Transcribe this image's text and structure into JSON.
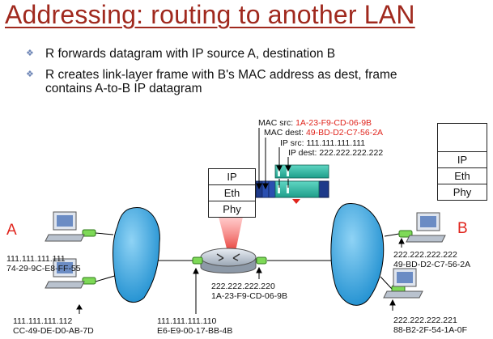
{
  "title": "Addressing: routing to another LAN",
  "bullets": [
    "R forwards datagram with IP source A, destination B",
    "R creates link-layer frame with B's MAC address as dest, frame",
    "contains A-to-B IP datagram"
  ],
  "frame": {
    "mac_src_label": "MAC src: ",
    "mac_src_value": "1A-23-F9-CD-06-9B",
    "mac_dest_label": "MAC dest: ",
    "mac_dest_value": "49-BD-D2-C7-56-2A",
    "ip_src": "IP src: 111.111.111.111",
    "ip_dest": "IP dest: 222.222.222.222"
  },
  "router_stack": [
    "IP",
    "Eth",
    "Phy"
  ],
  "right_stack": [
    "IP",
    "Eth",
    "Phy"
  ],
  "hosts": {
    "A": {
      "label": "A",
      "ip": "111.111.111.111",
      "mac": "74-29-9C-E8-FF-55"
    },
    "B": {
      "label": "B",
      "ip": "222.222.222.222",
      "mac": "49-BD-D2-C7-56-2A"
    },
    "left2": {
      "ip": "111.111.111.112",
      "mac": "CC-49-DE-D0-AB-7D"
    },
    "right2": {
      "ip": "222.222.222.221",
      "mac": "88-B2-2F-54-1A-0F"
    }
  },
  "router": {
    "left_if": {
      "ip": "111.111.111.110",
      "mac": "E6-E9-00-17-BB-4B"
    },
    "right_if": {
      "ip": "222.222.222.220",
      "mac": "1A-23-F9-CD-06-9B"
    }
  },
  "colors": {
    "title": "#a0291e",
    "accent_red": "#e0241c",
    "frame_blue": "#1e3a8a",
    "datagram_teal": "#2bb5a0",
    "cloud": "#36a6e0"
  }
}
